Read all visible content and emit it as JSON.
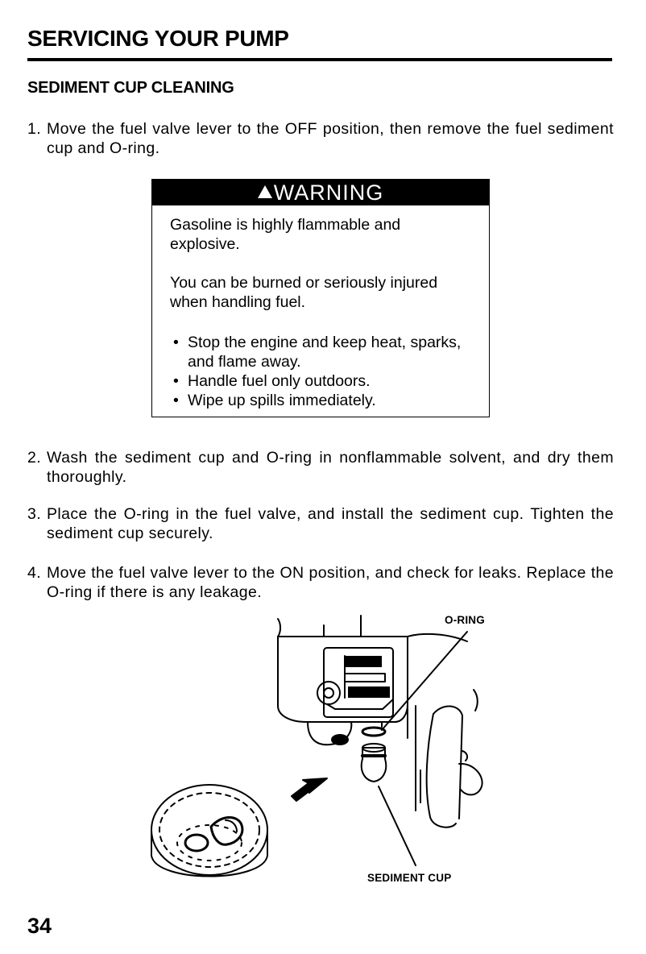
{
  "header": {
    "title": "SERVICING YOUR PUMP",
    "subtitle": "SEDIMENT CUP CLEANING"
  },
  "steps": [
    {
      "num": "1.",
      "text": "Move the fuel valve lever to the OFF position, then remove the fuel sediment cup and O-ring."
    },
    {
      "num": "2.",
      "text": "Wash the sediment cup and O-ring in nonflammable solvent, and dry them thoroughly."
    },
    {
      "num": "3.",
      "text": "Place the O-ring in the fuel valve, and install the sediment cup. Tighten the sediment cup securely."
    },
    {
      "num": "4.",
      "text": "Move the fuel valve lever to the ON position, and check for leaks. Replace the O-ring if there is any leakage."
    }
  ],
  "warning": {
    "heading": "WARNING",
    "paragraph1": "Gasoline is highly flammable and explosive.",
    "paragraph2": "You can be burned or seriously injured when handling fuel.",
    "bullets": [
      "Stop the engine and keep heat, sparks, and flame away.",
      "Handle fuel only outdoors.",
      "Wipe up spills immediately."
    ]
  },
  "figure": {
    "label_oring": "O-RING",
    "label_sediment_cup": "SEDIMENT CUP"
  },
  "footer": {
    "page_number": "34"
  }
}
